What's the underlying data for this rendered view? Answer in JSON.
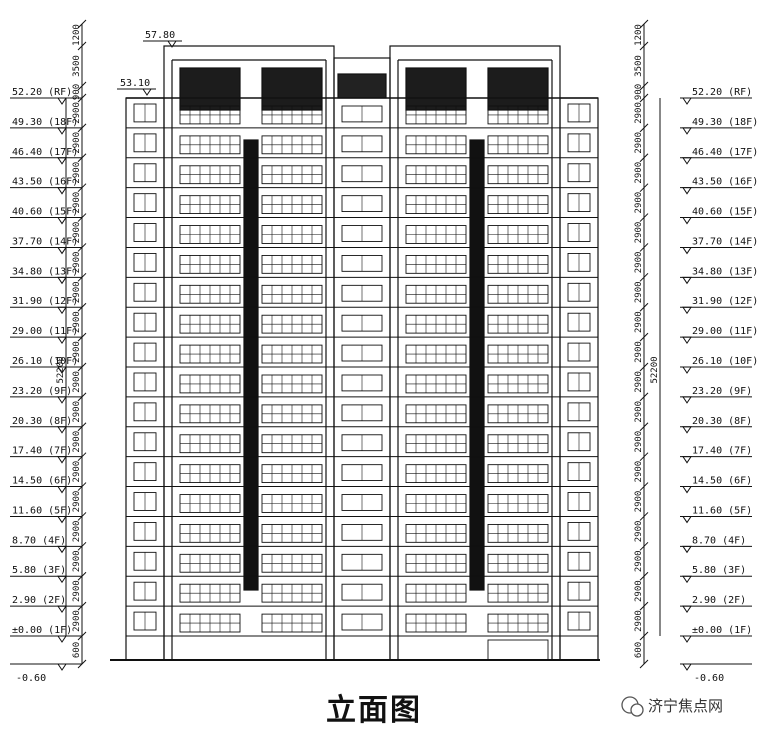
{
  "levels_left": [
    {
      "label": "52.20 (RF)"
    },
    {
      "label": "49.30 (18F)"
    },
    {
      "label": "46.40 (17F)"
    },
    {
      "label": "43.50 (16F)"
    },
    {
      "label": "40.60 (15F)"
    },
    {
      "label": "37.70 (14F)"
    },
    {
      "label": "34.80 (13F)"
    },
    {
      "label": "31.90 (12F)"
    },
    {
      "label": "29.00 (11F)"
    },
    {
      "label": "26.10 (10F)"
    },
    {
      "label": "23.20 (9F)"
    },
    {
      "label": "20.30 (8F)"
    },
    {
      "label": "17.40 (7F)"
    },
    {
      "label": "14.50 (6F)"
    },
    {
      "label": "11.60 (5F)"
    },
    {
      "label": "8.70 (4F)"
    },
    {
      "label": "5.80 (3F)"
    },
    {
      "label": "2.90 (2F)"
    },
    {
      "label": "±0.00 (1F)"
    }
  ],
  "levels_right": [
    {
      "label": "52.20 (RF)"
    },
    {
      "label": "49.30 (18F)"
    },
    {
      "label": "46.40 (17F)"
    },
    {
      "label": "43.50 (16F)"
    },
    {
      "label": "40.60 (15F)"
    },
    {
      "label": "37.70 (14F)"
    },
    {
      "label": "34.80 (13F)"
    },
    {
      "label": "31.90 (12F)"
    },
    {
      "label": "29.00 (11F)"
    },
    {
      "label": "26.10 (10F)"
    },
    {
      "label": "23.20 (9F)"
    },
    {
      "label": "20.30 (8F)"
    },
    {
      "label": "17.40 (7F)"
    },
    {
      "label": "14.50 (6F)"
    },
    {
      "label": "11.60 (5F)"
    },
    {
      "label": "8.70 (4F)"
    },
    {
      "label": "5.80 (3F)"
    },
    {
      "label": "2.90 (2F)"
    },
    {
      "label": "±0.00 (1F)"
    }
  ],
  "ground_left": "-0.60",
  "ground_right": "-0.60",
  "top_elevation": "57.80",
  "side_elevation": "53.10",
  "dims": {
    "parapet_top": "1200",
    "parapet": "3500",
    "roof_gap": "900",
    "top_floor": "2900",
    "floor": "2900",
    "ground_floor": "2900",
    "base": "600",
    "total": "52200"
  },
  "caption": "立面图",
  "watermark": "济宁焦点网"
}
